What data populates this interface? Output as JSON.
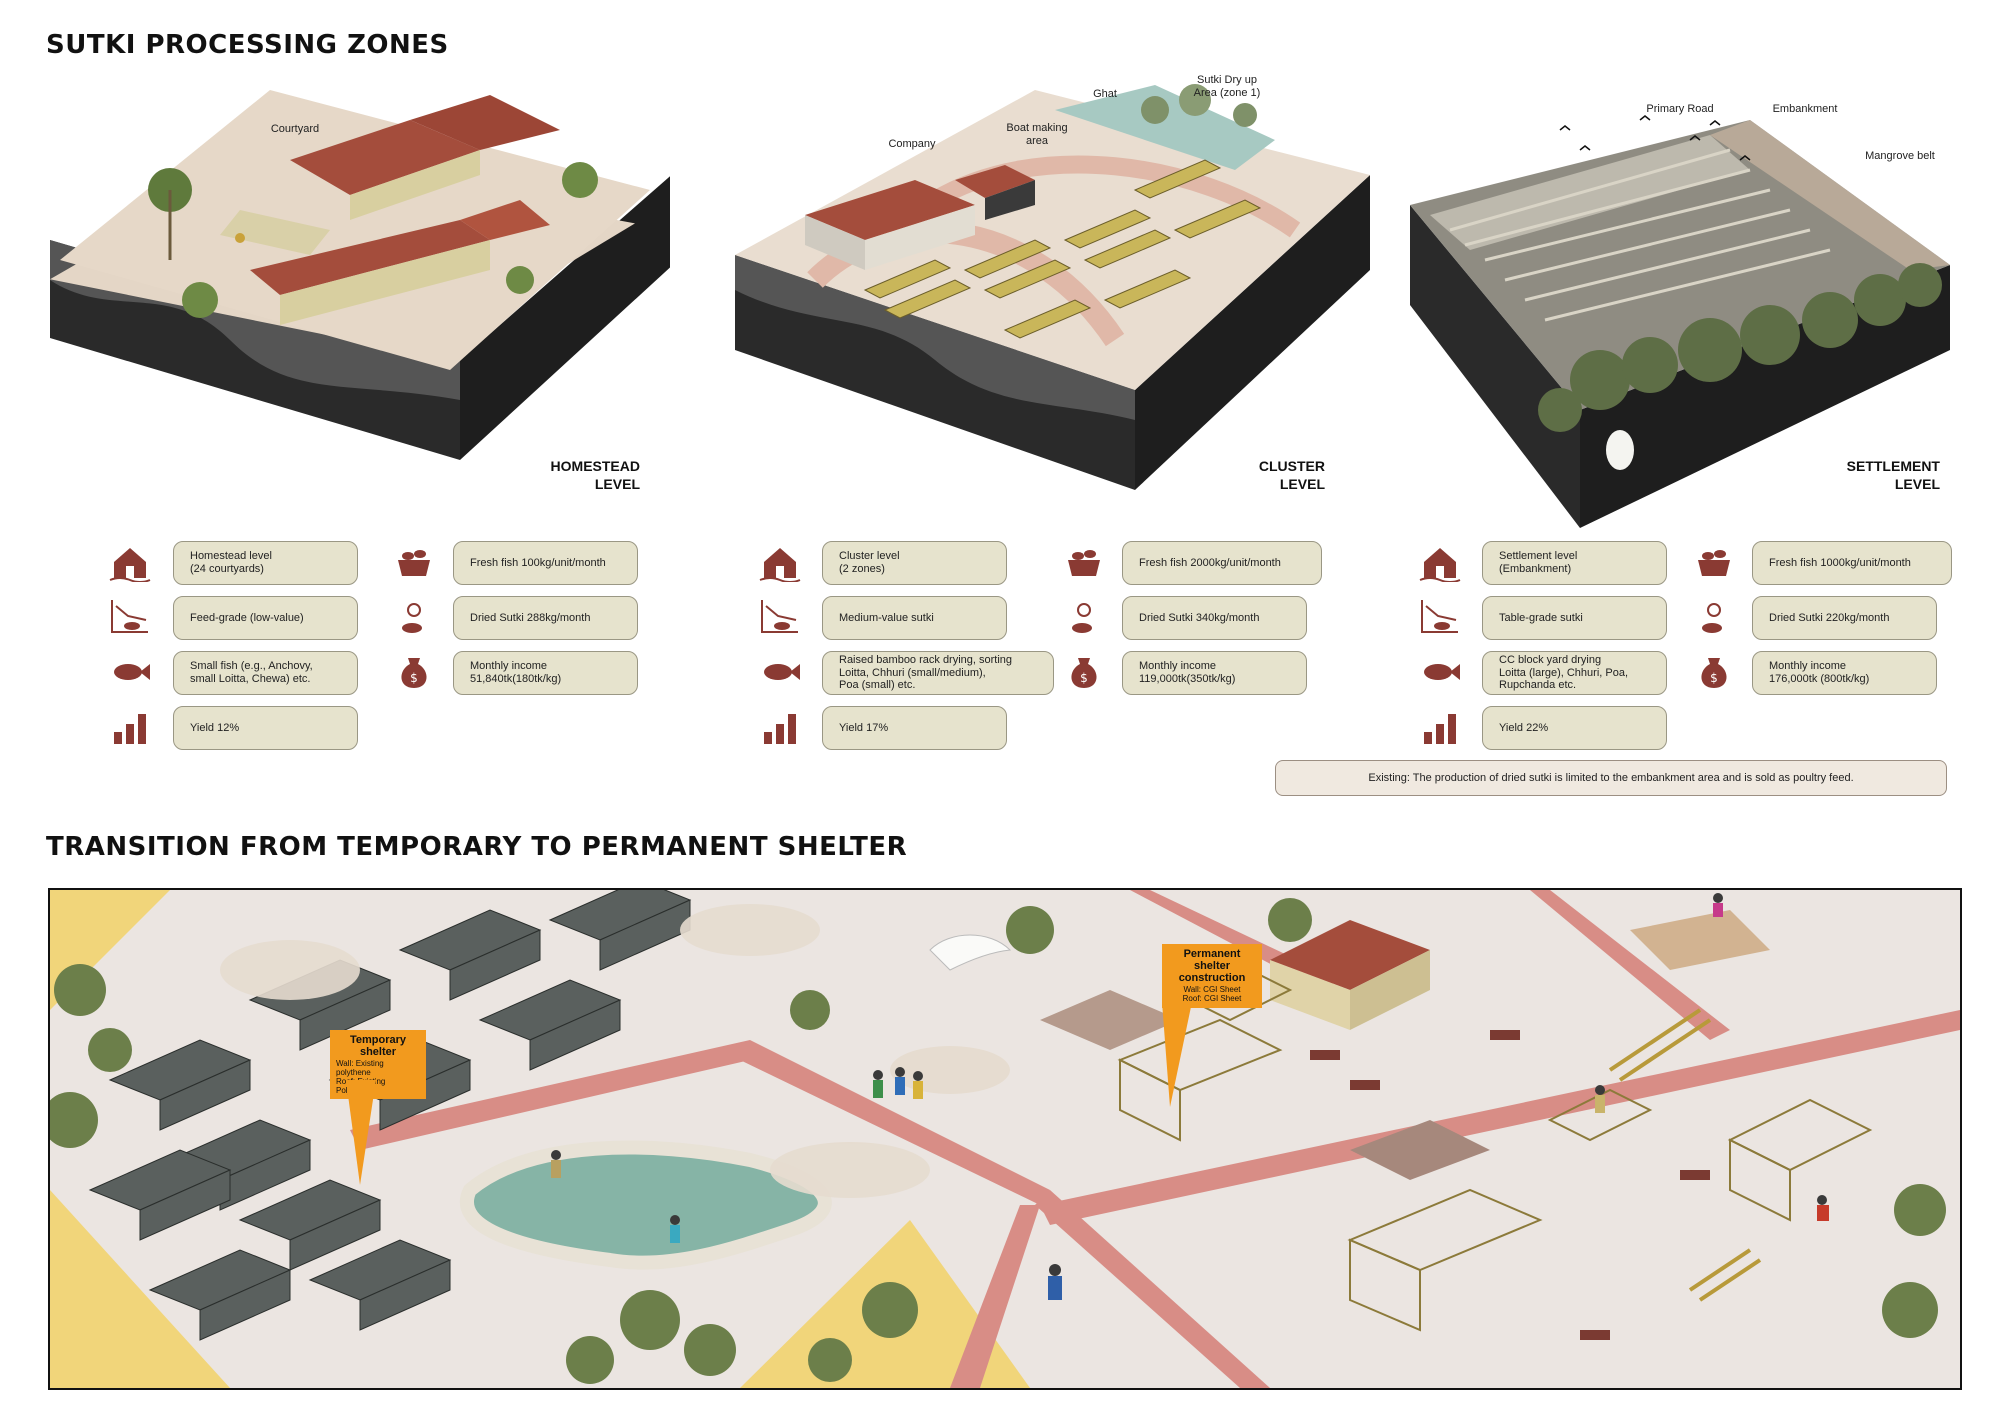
{
  "titles": {
    "zones": "SUTKI PROCESSING ZONES",
    "transition": "TRANSITION FROM TEMPORARY TO PERMANENT SHELTER"
  },
  "colors": {
    "roof": "#a44d3c",
    "ground": "#e6d8c8",
    "infobox_fill": "#e6e3cd",
    "icon": "#8a3a33",
    "callout": "#f29a1e",
    "road": "#d88d86"
  },
  "homestead": {
    "labels": {
      "courtyard": "Courtyard"
    },
    "level": [
      "HOMESTEAD",
      "LEVEL"
    ],
    "left_boxes": [
      "Homestead level\n(24 courtyards)",
      "Feed-grade (low-value)",
      "Small fish (e.g., Anchovy,\nsmall Loitta, Chewa) etc.",
      "Yield 12%"
    ],
    "right_boxes": [
      "Fresh fish 100kg/unit/month",
      "Dried Sutki 288kg/month",
      "Monthly income\n51,840tk(180tk/kg)"
    ]
  },
  "cluster": {
    "labels": {
      "company": "Company",
      "boat": "Boat making\narea",
      "ghat": "Ghat",
      "dryup": "Sutki Dry up\nArea (zone 1)"
    },
    "level": [
      "CLUSTER",
      "LEVEL"
    ],
    "left_boxes": [
      "Cluster level\n(2 zones)",
      "Medium-value sutki",
      "Raised bamboo rack drying, sorting\nLoitta, Chhuri (small/medium),\nPoa (small) etc.",
      "Yield 17%"
    ],
    "right_boxes": [
      "Fresh fish 2000kg/unit/month",
      "Dried Sutki 340kg/month",
      "Monthly income\n119,000tk(350tk/kg)"
    ]
  },
  "settlement": {
    "labels": {
      "road": "Primary Road",
      "embankment": "Embankment",
      "mangrove": "Mangrove belt"
    },
    "level": [
      "SETTLEMENT",
      "LEVEL"
    ],
    "left_boxes": [
      "Settlement level\n(Embankment)",
      "Table-grade sutki",
      "CC block yard drying\nLoitta (large), Chhuri, Poa,\nRupchanda etc.",
      "Yield 22%"
    ],
    "right_boxes": [
      "Fresh fish 1000kg/unit/month",
      "Dried Sutki 220kg/month",
      "Monthly income\n176,000tk (800tk/kg)"
    ]
  },
  "note": "Existing: The production of dried sutki is limited to the embankment area and is sold as poultry feed.",
  "callouts": {
    "temporary": {
      "title": "Temporary shelter",
      "wall": "Wall: Existing polythene",
      "roof": "Roof: Existing Polythene"
    },
    "permanent": {
      "title": "Permanent shelter\nconstruction",
      "wall": "Wall: CGI Sheet",
      "roof": "Roof: CGI Sheet"
    }
  }
}
